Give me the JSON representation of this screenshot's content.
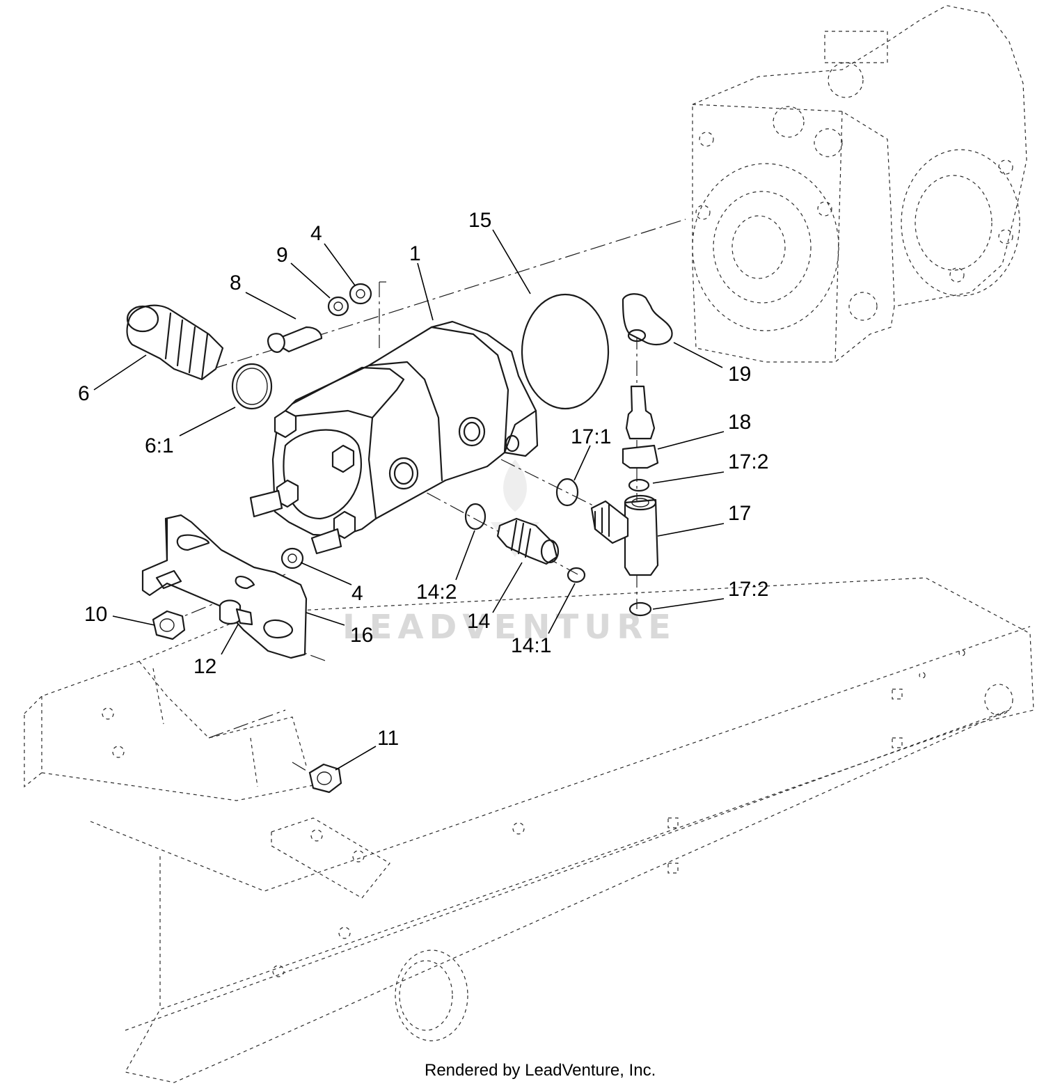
{
  "diagram": {
    "callouts": [
      {
        "id": "c1",
        "label": "1"
      },
      {
        "id": "c4a",
        "label": "4"
      },
      {
        "id": "c4b",
        "label": "4"
      },
      {
        "id": "c6",
        "label": "6"
      },
      {
        "id": "c61",
        "label": "6:1"
      },
      {
        "id": "c8",
        "label": "8"
      },
      {
        "id": "c9",
        "label": "9"
      },
      {
        "id": "c10",
        "label": "10"
      },
      {
        "id": "c11",
        "label": "11"
      },
      {
        "id": "c12",
        "label": "12"
      },
      {
        "id": "c14",
        "label": "14"
      },
      {
        "id": "c141",
        "label": "14:1"
      },
      {
        "id": "c142",
        "label": "14:2"
      },
      {
        "id": "c15",
        "label": "15"
      },
      {
        "id": "c16",
        "label": "16"
      },
      {
        "id": "c17",
        "label": "17"
      },
      {
        "id": "c171",
        "label": "17:1"
      },
      {
        "id": "c172a",
        "label": "17:2"
      },
      {
        "id": "c172b",
        "label": "17:2"
      },
      {
        "id": "c18",
        "label": "18"
      },
      {
        "id": "c19",
        "label": "19"
      }
    ],
    "watermark": "LEADVENTURE",
    "footer": "Rendered by LeadVenture, Inc."
  }
}
